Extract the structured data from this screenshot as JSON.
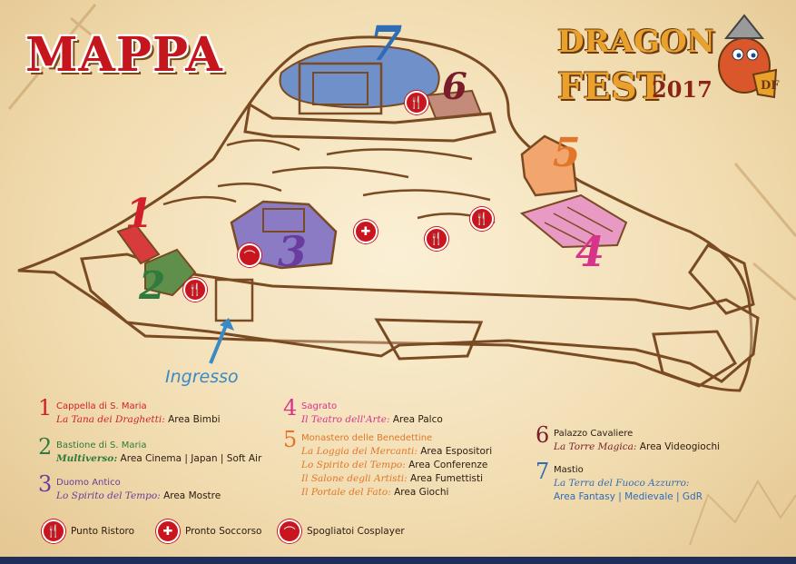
{
  "title": "MAPPA",
  "logo": {
    "line1": "DRAGON",
    "line2": "FEST",
    "year": "2017",
    "badge": "DF"
  },
  "entrance_label": "Ingresso",
  "map_numbers": [
    {
      "n": "1",
      "color": "#d21f2b"
    },
    {
      "n": "2",
      "color": "#2f7a3c"
    },
    {
      "n": "3",
      "color": "#6a3c9e"
    },
    {
      "n": "4",
      "color": "#d8338a"
    },
    {
      "n": "5",
      "color": "#e2762a"
    },
    {
      "n": "6",
      "color": "#7a1d2b"
    },
    {
      "n": "7",
      "color": "#2f6db5"
    }
  ],
  "legend": [
    {
      "num": "1",
      "color": "#d21f2b",
      "place": "Cappella di S. Maria",
      "events": [
        {
          "name": "La Tana dei Draghetti:",
          "area": "Area Bimbi"
        }
      ]
    },
    {
      "num": "2",
      "color": "#2f7a3c",
      "place": "Bastione di S. Maria",
      "events": [
        {
          "name": "Multiverso:",
          "area": "Area Cinema | Japan | Soft Air"
        }
      ]
    },
    {
      "num": "3",
      "color": "#6a3c9e",
      "place": "Duomo Antico",
      "events": [
        {
          "name": "Lo Spirito del Tempo:",
          "area": "Area Mostre"
        }
      ]
    },
    {
      "num": "4",
      "color": "#d8338a",
      "place": "Sagrato",
      "events": [
        {
          "name": "Il Teatro dell'Arte:",
          "area": "Area Palco"
        }
      ]
    },
    {
      "num": "5",
      "color": "#e2762a",
      "place": "Monastero delle Benedettine",
      "events": [
        {
          "name": "La Loggia dei Mercanti:",
          "area": "Area Espositori"
        },
        {
          "name": "Lo Spirito del Tempo:",
          "area": "Area Conferenze"
        },
        {
          "name": "Il Salone degli Artisti:",
          "area": "Area Fumettisti"
        },
        {
          "name": "Il Portale del Fato:",
          "area": "Area Giochi"
        }
      ]
    },
    {
      "num": "6",
      "color": "#7a1d2b",
      "place": "Palazzo Cavaliere",
      "events": [
        {
          "name": "La Torre Magica:",
          "area": "Area Videogiochi"
        }
      ]
    },
    {
      "num": "7",
      "color": "#2f6db5",
      "place": "Mastio",
      "events": [
        {
          "name": "La Terra del Fuoco Azzurro:",
          "area": ""
        }
      ],
      "extra": "Area Fantasy | Medievale | GdR"
    }
  ],
  "key": [
    {
      "icon": "food-icon",
      "glyph": "🍴",
      "label": "Punto Ristoro"
    },
    {
      "icon": "first-aid-icon",
      "glyph": "✚",
      "label": "Pronto Soccorso"
    },
    {
      "icon": "hanger-icon",
      "glyph": "⌒",
      "label": "Spogliatoi Cosplayer"
    }
  ],
  "colors": {
    "outline": "#7a4a22",
    "fill_blue": "#6f90c9",
    "fill_purple": "#8a7bc4",
    "fill_pink": "#e89ac4",
    "fill_orange": "#f2a66e",
    "fill_red": "#d83b3b",
    "fill_green": "#5f8f4a",
    "marker_red": "#c9161e"
  }
}
